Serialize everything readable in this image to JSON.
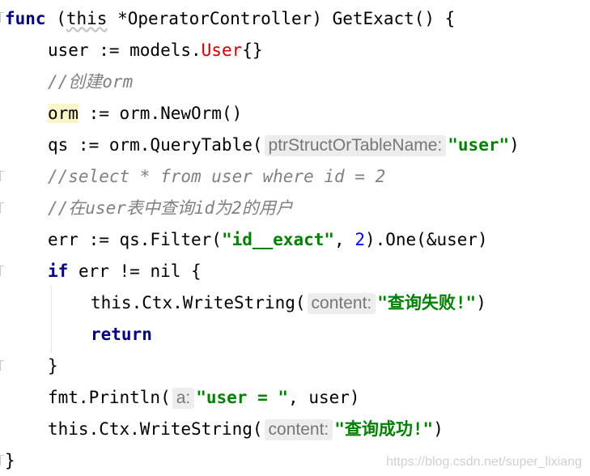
{
  "code": {
    "l1": {
      "kw_func": "func",
      "p1": " (",
      "recv": "this",
      "p2": " *OperatorController) GetExact() {"
    },
    "l2": {
      "p1": "user := models.",
      "type": "User",
      "p2": "{}"
    },
    "l3": {
      "comment": "//创建orm"
    },
    "l4": {
      "var": "orm",
      "p1": " := orm.NewOrm()"
    },
    "l5": {
      "p1": "qs := orm.QueryTable(",
      "hint": "ptrStructOrTableName:",
      "str": "\"user\"",
      "p2": ")"
    },
    "l6": {
      "comment": "//select * from user where id = 2"
    },
    "l7": {
      "comment": "//在user表中查询id为2的用户"
    },
    "l8": {
      "p1": "err := qs.Filter(",
      "str": "\"id__exact\"",
      "p2": ", ",
      "num": "2",
      "p3": ").One(&user)"
    },
    "l9": {
      "kw_if": "if",
      "p1": " err != nil {"
    },
    "l10": {
      "p1": "this.Ctx.WriteString(",
      "hint": "content:",
      "str": "\"查询失败!\"",
      "p2": ")"
    },
    "l11": {
      "kw_return": "return"
    },
    "l12": {
      "p1": "}"
    },
    "l13": {
      "p1": "fmt.Println(",
      "hint": "a:",
      "str": "\"user = \"",
      "p2": ", user)"
    },
    "l14": {
      "p1": "this.Ctx.WriteString(",
      "hint": "content:",
      "str": "\"查询成功!\"",
      "p2": ")"
    },
    "l15": {
      "p1": "}"
    }
  },
  "watermark": "https://blog.csdn.net/super_lixiang"
}
